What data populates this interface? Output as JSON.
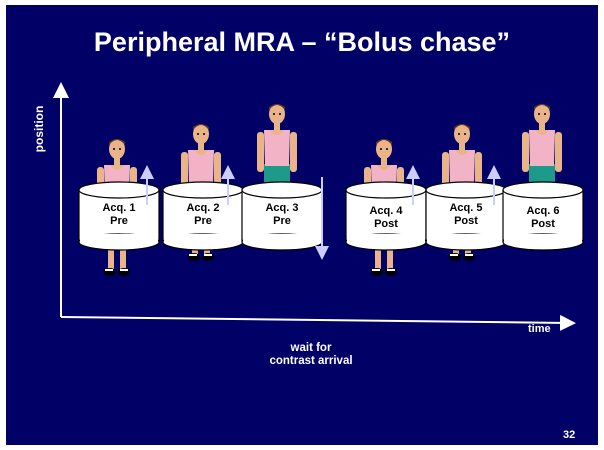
{
  "slide": {
    "title": "Peripheral MRA – “Bolus chase”",
    "y_axis_label": "position",
    "x_axis_label": "time",
    "wait_label_line1": "wait for",
    "wait_label_line2": "contrast arrival",
    "page_number": "32",
    "background_color": "#000066"
  },
  "acquisitions": [
    {
      "label_line1": "Acq. 1",
      "label_line2": "Pre",
      "table_shift": "lower",
      "arrow": "up-icon"
    },
    {
      "label_line1": "Acq. 2",
      "label_line2": "Pre",
      "table_shift": "middle",
      "arrow": "up-icon"
    },
    {
      "label_line1": "Acq. 3",
      "label_line2": "Pre",
      "table_shift": "upper",
      "arrow": "down-icon"
    },
    {
      "label_line1": "Acq. 4",
      "label_line2": "Post",
      "table_shift": "lower",
      "arrow": "up-icon"
    },
    {
      "label_line1": "Acq. 5",
      "label_line2": "Post",
      "table_shift": "middle",
      "arrow": "up-icon"
    },
    {
      "label_line1": "Acq. 6",
      "label_line2": "Post",
      "table_shift": "upper",
      "arrow": "none"
    }
  ]
}
